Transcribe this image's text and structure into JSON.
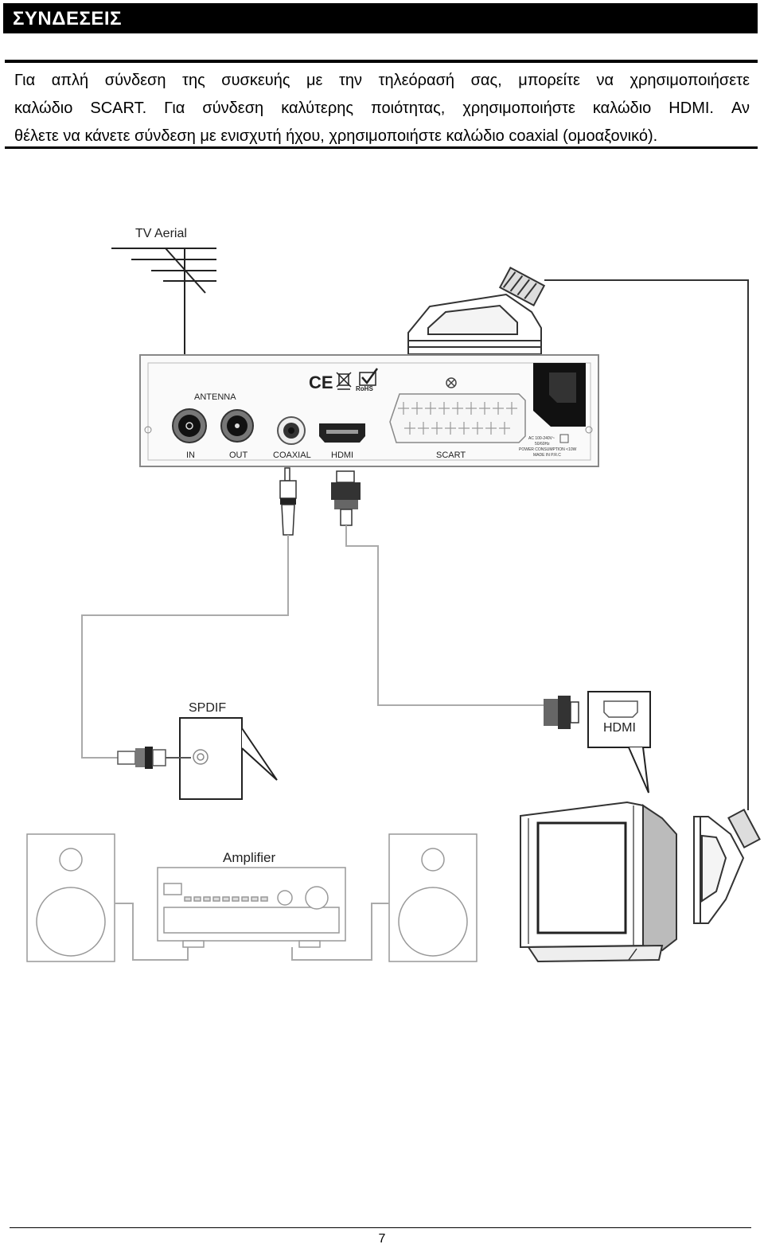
{
  "header": {
    "title": "ΣΥΝΔΕΣΕΙΣ"
  },
  "intro": {
    "line1": "Για απλή σύνδεση της συσκευής με την τηλεόρασή σας, μπορείτε να χρησιμοποιήσετε",
    "line2": "καλώδιο SCART. Για σύνδεση καλύτερης ποιότητας, χρησιμοποιήστε καλώδιο HDMI. Αν",
    "line3": "θέλετε να κάνετε σύνδεση με ενισχυτή ήχου, χρησιμοποιήστε καλώδιο coaxial (ομοαξονικό)."
  },
  "diagram": {
    "tv_aerial": "TV Aerial",
    "antenna": "ANTENNA",
    "in": "IN",
    "out": "OUT",
    "coaxial": "COAXIAL",
    "hdmi_port": "HDMI",
    "scart": "SCART",
    "rohs": "RoHS",
    "ce": "CE",
    "power_line1": "AC 100-240V~",
    "power_line2": "50/60Hz",
    "power_line3": "POWER CONSUMPTION <10W",
    "power_line4": "MADE IN P.R.C",
    "spdif": "SPDIF",
    "tv_hdmi": "HDMI",
    "amplifier": "Amplifier"
  },
  "footer": {
    "page_number": "7"
  }
}
